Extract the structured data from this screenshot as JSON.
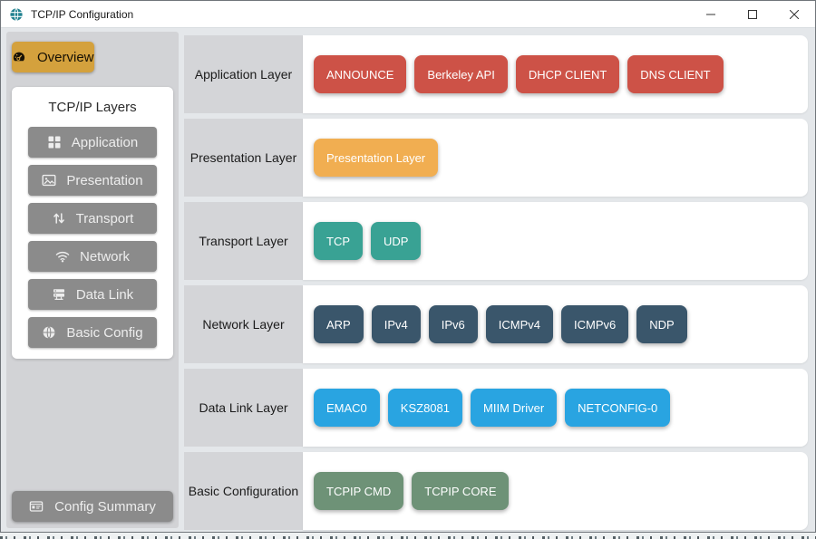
{
  "window": {
    "title": "TCP/IP Configuration",
    "app_icon": "network-app-icon",
    "controls": [
      {
        "name": "minimize-button",
        "icon": "minimize-icon"
      },
      {
        "name": "maximize-button",
        "icon": "maximize-icon"
      },
      {
        "name": "close-button",
        "icon": "close-icon"
      }
    ]
  },
  "sidebar": {
    "overview": {
      "label": "Overview",
      "icon": "gauge-icon"
    },
    "layers_panel": {
      "title": "TCP/IP Layers",
      "items": [
        {
          "label": "Application",
          "icon": "grid-icon"
        },
        {
          "label": "Presentation",
          "icon": "image-icon"
        },
        {
          "label": "Transport",
          "icon": "up-down-arrows-icon"
        },
        {
          "label": "Network",
          "icon": "wifi-icon"
        },
        {
          "label": "Data Link",
          "icon": "server-icon"
        },
        {
          "label": "Basic Config",
          "icon": "globe-icon"
        }
      ]
    },
    "config_summary": {
      "label": "Config Summary",
      "icon": "summary-card-icon"
    }
  },
  "main": {
    "rows": [
      {
        "label": "Application Layer",
        "color": "#cd5247",
        "buttons": [
          "ANNOUNCE",
          "Berkeley API",
          "DHCP CLIENT",
          "DNS CLIENT"
        ]
      },
      {
        "label": "Presentation Layer",
        "color": "#f1ae51",
        "buttons": [
          "Presentation Layer"
        ]
      },
      {
        "label": "Transport Layer",
        "color": "#39a294",
        "buttons": [
          "TCP",
          "UDP"
        ]
      },
      {
        "label": "Network Layer",
        "color": "#3a566b",
        "buttons": [
          "ARP",
          "IPv4",
          "IPv6",
          "ICMPv4",
          "ICMPv6",
          "NDP"
        ]
      },
      {
        "label": "Data Link Layer",
        "color": "#29a4e1",
        "buttons": [
          "EMAC0",
          "KSZ8081",
          "MIIM Driver",
          "NETCONFIG-0"
        ]
      },
      {
        "label": "Basic Configuration",
        "color": "#6e9277",
        "buttons": [
          "TCPIP CMD",
          "TCPIP CORE"
        ]
      }
    ]
  },
  "colors": {
    "accent_gold": "#d4a13d",
    "sidebar_button_gray": "#8b8b8b",
    "app_icon_teal": "#1f808f",
    "background": "#e4e7ea"
  }
}
